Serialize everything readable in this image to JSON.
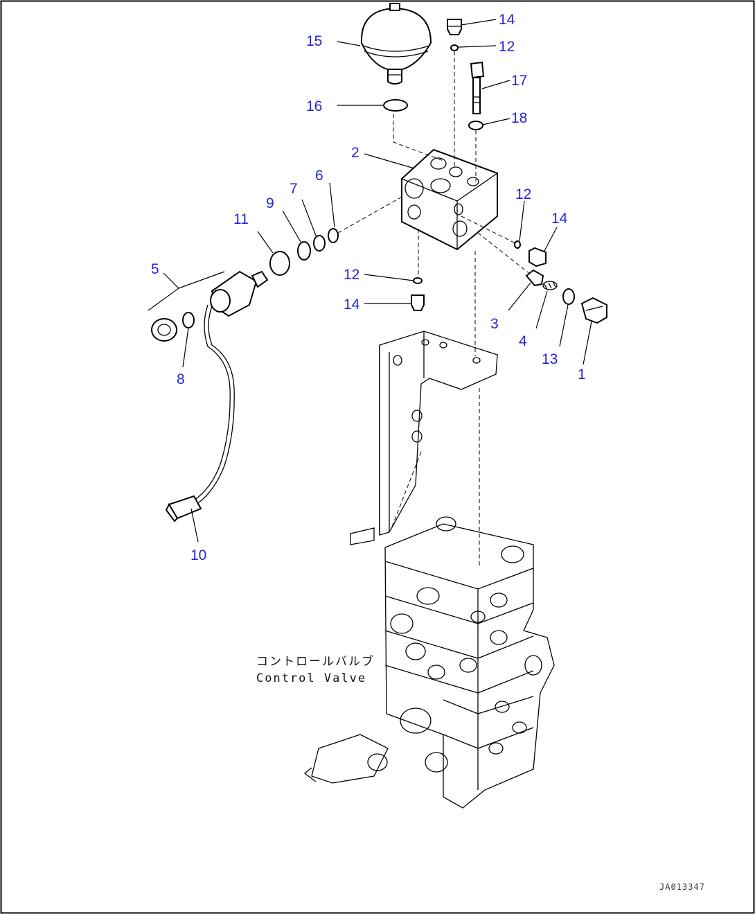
{
  "callouts": [
    {
      "id": "15",
      "text": "15"
    },
    {
      "id": "14a",
      "text": "14"
    },
    {
      "id": "12a",
      "text": "12"
    },
    {
      "id": "17",
      "text": "17"
    },
    {
      "id": "16",
      "text": "16"
    },
    {
      "id": "18",
      "text": "18"
    },
    {
      "id": "2",
      "text": "2"
    },
    {
      "id": "6",
      "text": "6"
    },
    {
      "id": "7",
      "text": "7"
    },
    {
      "id": "9",
      "text": "9"
    },
    {
      "id": "11",
      "text": "11"
    },
    {
      "id": "12b",
      "text": "12"
    },
    {
      "id": "14b",
      "text": "14"
    },
    {
      "id": "5",
      "text": "5"
    },
    {
      "id": "12c",
      "text": "12"
    },
    {
      "id": "14c",
      "text": "14"
    },
    {
      "id": "3",
      "text": "3"
    },
    {
      "id": "4",
      "text": "4"
    },
    {
      "id": "13",
      "text": "13"
    },
    {
      "id": "1",
      "text": "1"
    },
    {
      "id": "8",
      "text": "8"
    },
    {
      "id": "10",
      "text": "10"
    }
  ],
  "caption": {
    "japanese": "コントロールバルブ",
    "english": "Control Valve"
  },
  "drawing_code": "JA013347"
}
